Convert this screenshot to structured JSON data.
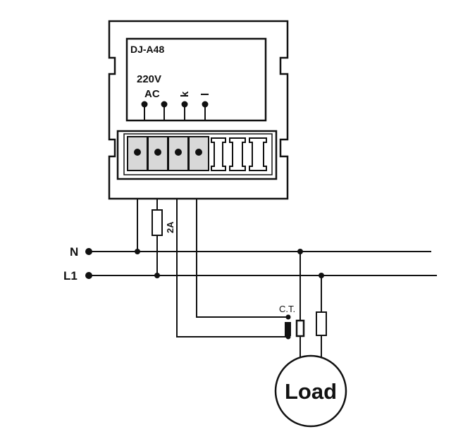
{
  "device": {
    "model": "DJ-A48",
    "voltage_label": "220V",
    "ac_label": "AC",
    "terminal_k_label": "k",
    "terminal_l_label": "l"
  },
  "lines": {
    "neutral_label": "N",
    "phase_label": "L1"
  },
  "fuse": {
    "rating_label": "2A"
  },
  "ct": {
    "label": "C.T."
  },
  "load": {
    "label": "Load"
  }
}
